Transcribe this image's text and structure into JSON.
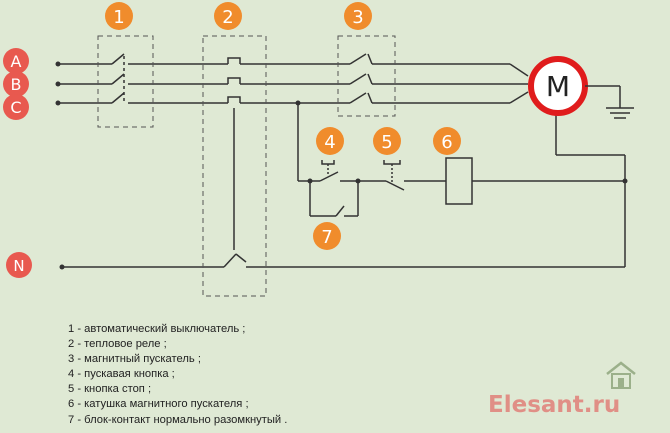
{
  "phases": [
    "A",
    "B",
    "C"
  ],
  "neutral": "N",
  "motor_label": "M",
  "callouts": [
    "1",
    "2",
    "3",
    "4",
    "5",
    "6",
    "7"
  ],
  "legend": [
    "1 - автоматический выключатель ;",
    "2 - тепловое реле ;",
    "3 - магнитный пускатель ;",
    "4 - пускавая кнопка ;",
    "5 - кнопка стоп ;",
    "6 - катушка магнитного пускателя ;",
    "7 - блок-контакт нормально разомкнутый ."
  ],
  "watermark": "Elesant.ru",
  "colors": {
    "background": "#dfe9d4",
    "phase_badge": "#e8594f",
    "callout": "#f08c2c",
    "motor_ring": "#e01c1c",
    "wire": "#333333"
  }
}
